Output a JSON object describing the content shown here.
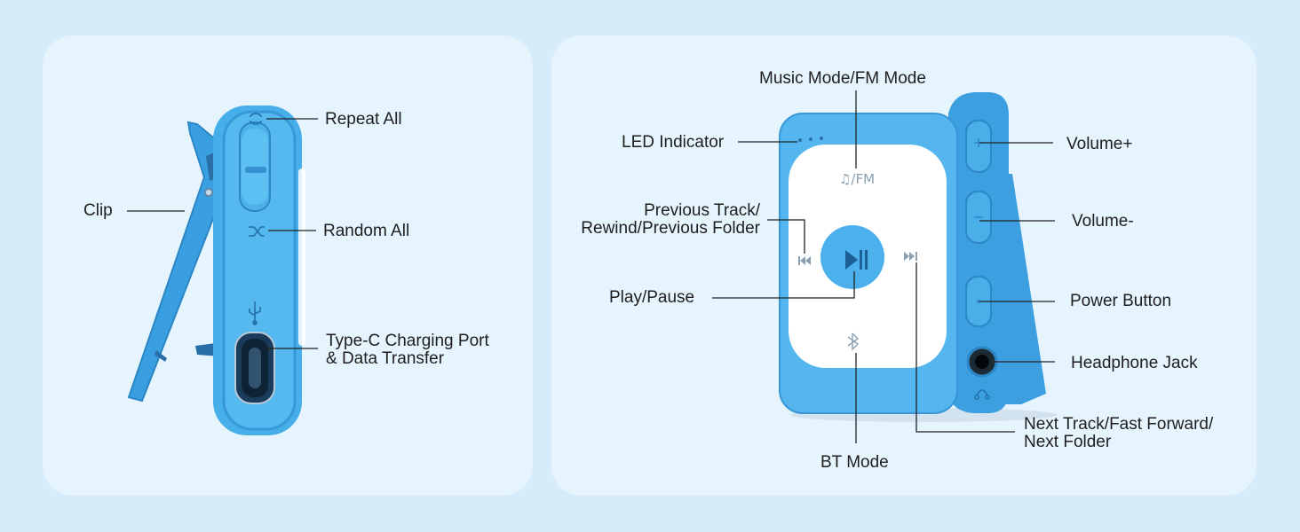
{
  "left_panel": {
    "labels": {
      "clip": "Clip",
      "repeat_all": "Repeat All",
      "random_all": "Random All",
      "typec": "Type-C Charging Port\n& Data Transfer"
    }
  },
  "right_panel": {
    "labels": {
      "mode": "Music Mode/FM Mode",
      "led": "LED Indicator",
      "previous": "Previous Track/\nRewind/Previous Folder",
      "play": "Play/Pause",
      "bt": "BT Mode",
      "volup": "Volume+",
      "voldown": "Volume-",
      "power": "Power Button",
      "jack": "Headphone Jack",
      "next": "Next Track/Fast Forward/\nNext Folder"
    },
    "device_text": {
      "mode_mark": "♫/FM"
    }
  },
  "colors": {
    "background": "#d6ecfb",
    "panel": "#e6f4fe",
    "device_blue": "#46aee8",
    "device_blue_dark": "#2f8fcf",
    "face_white": "#ffffff"
  }
}
